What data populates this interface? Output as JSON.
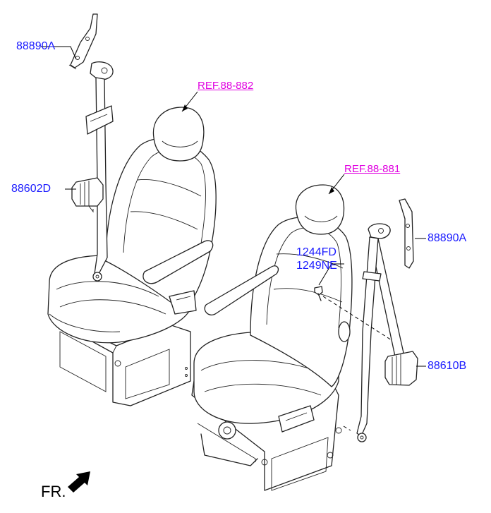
{
  "labels": {
    "upper_anchor_left": "88890A",
    "retractor_left": "88602D",
    "seat_ref_left": "REF.88-882",
    "seat_ref_right": "REF.88-881",
    "upper_anchor_right": "88890A",
    "bolt_1": "1244FD",
    "bolt_2": "1249NE",
    "retractor_right": "88610B",
    "direction": "FR."
  },
  "colors": {
    "part_number": "#1a1aff",
    "reference": "#e000e0",
    "line_art": "#222222"
  }
}
